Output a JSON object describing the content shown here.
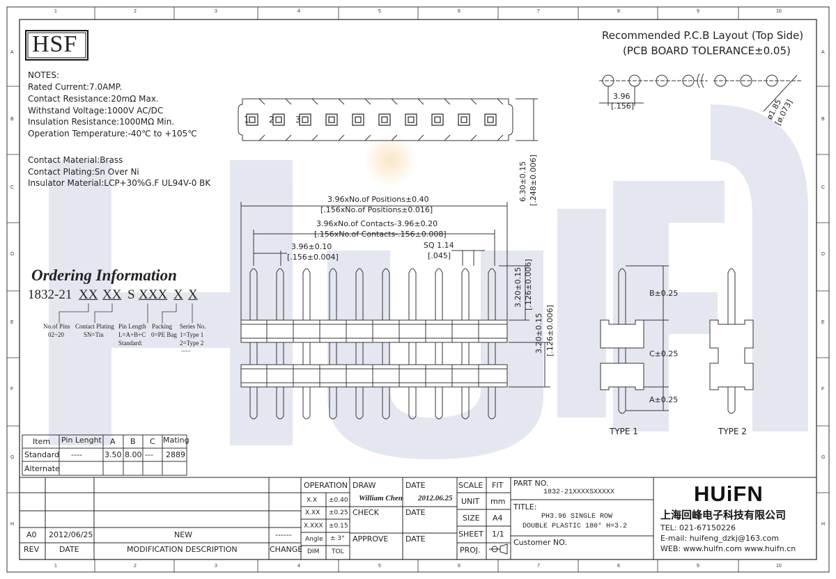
{
  "brand": {
    "logo_text": "HSF",
    "company_logo": "HUiFN",
    "company_name": "上海回峰电子科技有限公司",
    "tel": "TEL: 021-67150226",
    "email": "E-mail: huifeng_dzkj@163.com",
    "web": "WEB: www.huifn.com  www.huifn.cn"
  },
  "zone_numbers": [
    "1",
    "2",
    "3",
    "4",
    "5",
    "6",
    "7",
    "8",
    "9",
    "10"
  ],
  "zone_letters": [
    "A",
    "B",
    "C",
    "D",
    "E",
    "F",
    "G",
    "H"
  ],
  "notes": {
    "header": "NOTES:",
    "lines": [
      "Rated Current:7.0AMP.",
      "Contact Resistance:20mΩ Max.",
      "Withstand Voltage:1000V AC/DC",
      "Insulation Resistance:1000MΩ Min.",
      "Operation Temperature:-40℃ to +105℃"
    ],
    "material_lines": [
      "Contact Material:Brass",
      "Contact Plating:Sn Over Ni",
      "Insulator Material:LCP+30%G.F UL94V-0 BK"
    ]
  },
  "pcb_layout": {
    "title": "Recommended P.C.B Layout (Top Side)",
    "tolerance": "(PCB BOARD TOLERANCE±0.05)",
    "pitch": "3.96",
    "pitch_in": "[.156]",
    "hole": "ø1.85",
    "hole_in": "[ø.073]"
  },
  "top_view": {
    "pin_labels": [
      "1",
      "2",
      "3"
    ],
    "height_dim": "6.30±0.15",
    "height_dim_in": "[.248±0.006]"
  },
  "front_view": {
    "dim_positions": "3.96xNo.of Positions±0.40",
    "dim_positions_in": "[.156xNo.of Positions±0.016]",
    "dim_contacts": "3.96xNo.of Contacts-3.96±0.20",
    "dim_contacts_in": "[.156xNo.of Contacts-.156±0.008]",
    "dim_pitch": "3.96±0.10",
    "dim_pitch_in": "[.156±0.004]",
    "dim_sq": "SQ 1.14",
    "dim_sq_in": "[.045]",
    "dim_upper": "3.20±0.15",
    "dim_upper_in": "[.126±0.006]",
    "dim_lower": "3.20±0.15",
    "dim_lower_in": "[.126±0.006]"
  },
  "side_view": {
    "b_dim": "B±0.25",
    "c_dim": "C±0.25",
    "a_dim": "A±0.25",
    "type1": "TYPE 1",
    "type2": "TYPE 2"
  },
  "ordering": {
    "title": "Ordering Information",
    "code_prefix": "1832-21",
    "code_parts": [
      "XX",
      "XX",
      "S",
      "XXX",
      "X",
      "X"
    ],
    "legend": [
      {
        "name": "No.of Pins",
        "detail": "02~20"
      },
      {
        "name": "Contact Plating",
        "detail": "SN=Tin"
      },
      {
        "name": "Pin Length",
        "detail": "L=A+B+C",
        "detail2": "Standard:"
      },
      {
        "name": "Packing",
        "detail": "0=PE Bag"
      },
      {
        "name": "Series No.",
        "detail": "1=Type 1",
        "detail2": "2=Type 2",
        "detail3": "......"
      }
    ]
  },
  "pin_table": {
    "headers": [
      "Item",
      "Pin Lenght",
      "A",
      "B",
      "C",
      "Mating"
    ],
    "rows": [
      [
        "Standard",
        "----",
        "3.50",
        "8.00",
        "---",
        "2889"
      ],
      [
        "Alternate",
        "",
        "",
        "",
        "",
        ""
      ]
    ]
  },
  "revision": {
    "headers": [
      "REV",
      "DATE",
      "MODIFICATION  DESCRIPTION",
      "CHANGE"
    ],
    "rows": [
      [
        "A0",
        "2012/06/25",
        "NEW",
        "------"
      ]
    ]
  },
  "title_block": {
    "operation": "OPERATION",
    "dim": "DIM",
    "tol": "TOL",
    "tolerances": [
      [
        "X.X",
        "±0.40"
      ],
      [
        "X.XX",
        "±0.25"
      ],
      [
        "X.XXX",
        "±0.15"
      ],
      [
        "Angle",
        "± 3°"
      ]
    ],
    "draw": "DRAW",
    "draw_name": "William Chen",
    "date": "DATE",
    "draw_date": "2012.06.25",
    "check": "CHECK",
    "approve": "APPROVE",
    "scale": "SCALE",
    "fit": "FIT",
    "unit": "UNIT",
    "unit_value": "mm",
    "size": "SIZE",
    "size_value": "A4",
    "sheet": "SHEET",
    "sheet_value": "1/1",
    "proj": "PROJ.",
    "part_no_label": "PART NO.",
    "part_no": "1832-21XXXXSXXXXX",
    "title_label": "TITLE:",
    "title_line1": "PH3.96 SINGLE ROW",
    "title_line2": "DOUBLE PLASTIC 180° H=3.2",
    "customer_label": "Customer NO."
  }
}
